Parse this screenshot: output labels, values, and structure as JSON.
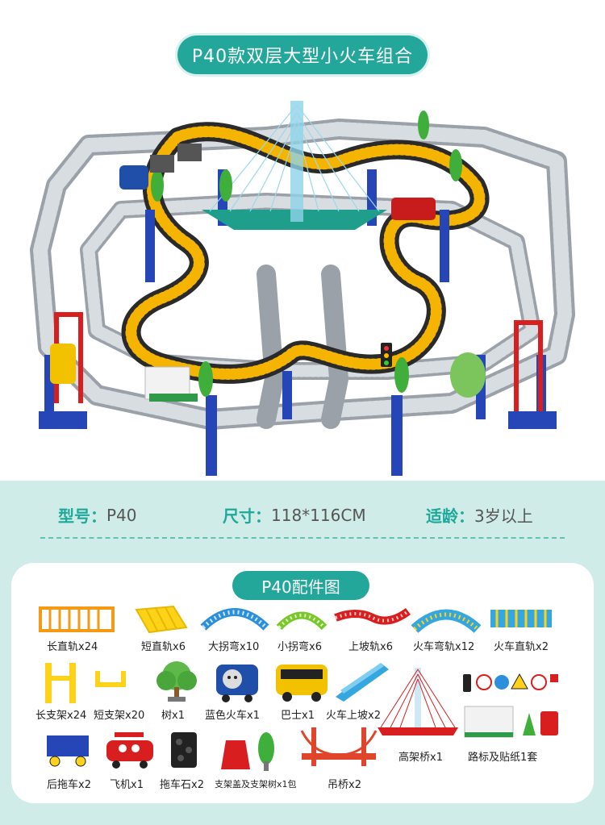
{
  "title": "P40款双层大型小火车组合",
  "specs": {
    "model_key": "型号：",
    "model_val": "P40",
    "size_key": "尺寸：",
    "size_val": "118*116CM",
    "age_key": "适龄：",
    "age_val": "3岁以上"
  },
  "parts_title": "P40配件图",
  "parts": [
    "长直轨x24",
    "短直轨x6",
    "大拐弯x10",
    "小拐弯x6",
    "上坡轨x6",
    "火车弯轨x12",
    "火车直轨x2",
    "长支架x24",
    "短支架x20",
    "树x1",
    "蓝色火车x1",
    "巴士x1",
    "火车上坡x2",
    "高架桥x1",
    "路标及贴纸1套",
    "后拖车x2",
    "飞机x1",
    "拖车石x2",
    "支架盖及支架树x1包",
    "吊桥x2"
  ],
  "colors": {
    "accent": "#23a79a",
    "band": "#cfece8",
    "track_gray": "#b9bfc6",
    "track_black": "#2a2a2a",
    "track_yellow": "#f5b400",
    "pillar_blue": "#2646b8"
  }
}
